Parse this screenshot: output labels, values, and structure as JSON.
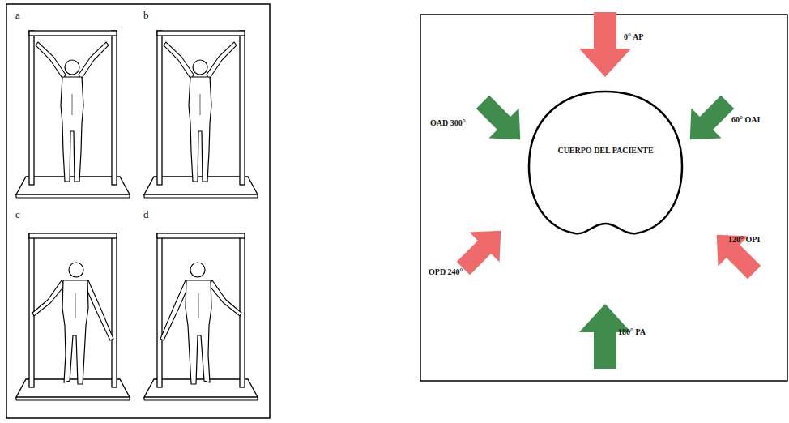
{
  "diagram": {
    "nodes": [
      {
        "text": [
          "CUERPO DEL PACIENTE"
        ]
      }
    ],
    "labels": [
      "a",
      "b",
      "c",
      "d",
      "0° AP",
      "60° OAI",
      "OAD 300°",
      "120° OPI",
      "OPD 240°",
      "180° PA"
    ]
  }
}
